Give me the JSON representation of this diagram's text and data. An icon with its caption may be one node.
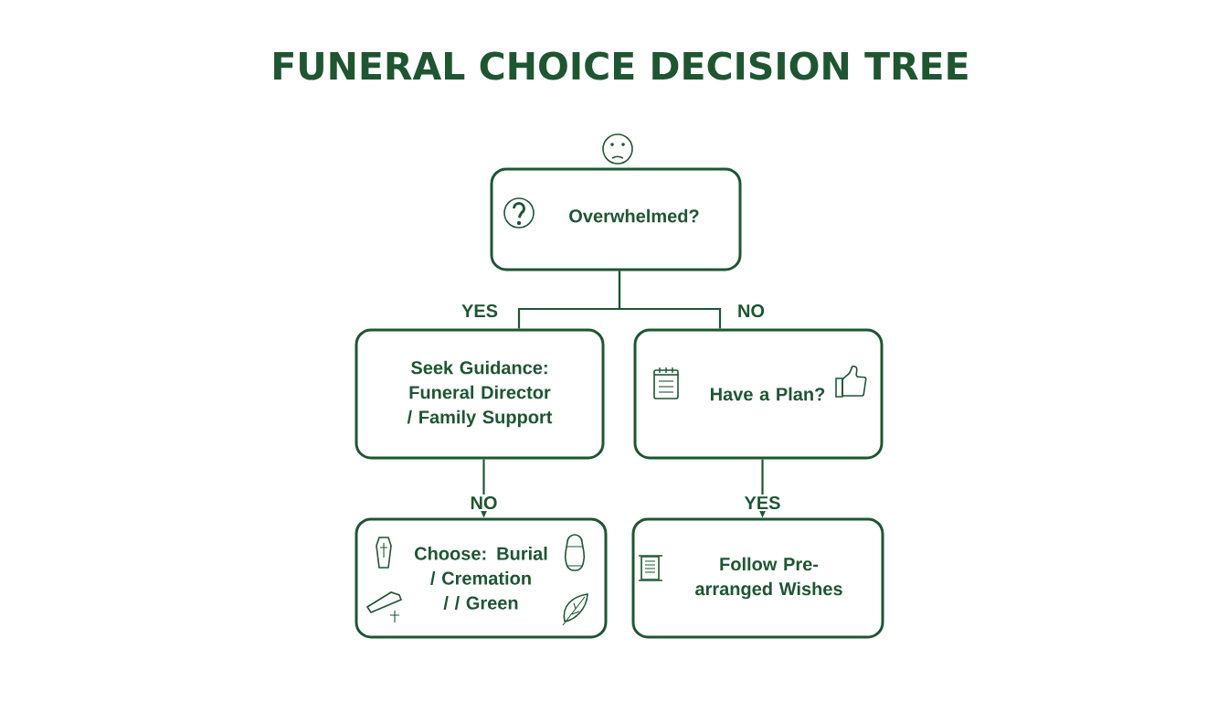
{
  "diagram": {
    "title": "FUNERAL CHOICE DECISION TREE",
    "nodes": [
      {
        "text": [
          "Overwhelmed?"
        ]
      },
      {
        "text": [
          "Seek Guidance: Funeral Director / Family Support"
        ]
      },
      {
        "text": [
          "Have a Plan?"
        ]
      },
      {
        "text": [
          "Choose: Burial / Cremation / / Green"
        ]
      },
      {
        "text": [
          "Follow Pre-arranged Wishes"
        ]
      }
    ],
    "edges": [
      {
        "from": 0,
        "to": 1,
        "arrow": "none",
        "label": "YES"
      },
      {
        "from": 0,
        "to": 2,
        "arrow": "none",
        "label": "NO"
      },
      {
        "from": 1,
        "to": 3,
        "arrow": "to",
        "label": "NO"
      },
      {
        "from": 2,
        "to": 4,
        "arrow": "to",
        "label": "YES"
      }
    ]
  }
}
